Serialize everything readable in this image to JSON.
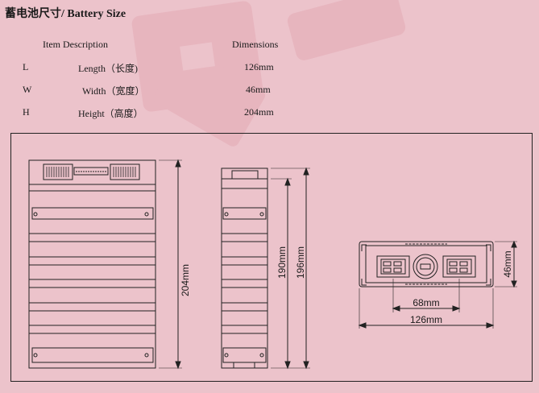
{
  "title": "蓄电池尺寸/ Battery Size",
  "table": {
    "headers": {
      "item": "Item Description",
      "dimensions": "Dimensions"
    },
    "rows": [
      {
        "code": "L",
        "name": "Length（长度)",
        "value": "126mm"
      },
      {
        "code": "W",
        "name": "Width（宽度）",
        "value": "46mm"
      },
      {
        "code": "H",
        "name": "Height（高度）",
        "value": "204mm"
      }
    ]
  },
  "drawing": {
    "front_height": "204mm",
    "side_inner_height": "190mm",
    "side_outer_height": "196mm",
    "top_width_depth": "46mm",
    "top_terminal_spacing": "68mm",
    "top_length": "126mm"
  }
}
